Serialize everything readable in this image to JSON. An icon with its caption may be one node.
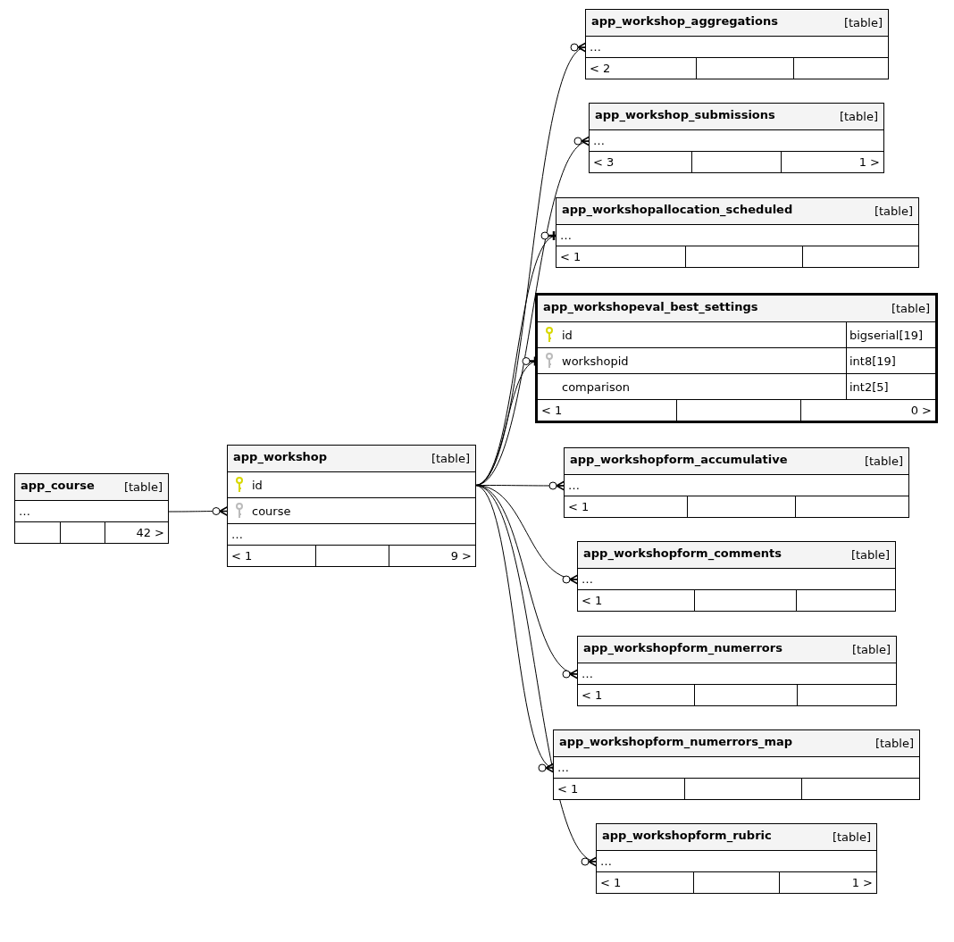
{
  "diagram": {
    "nodes": [
      {
        "text": [
          "app_course",
          "[table]"
        ]
      },
      {
        "text": [
          "…"
        ],
        "in": 0
      },
      {
        "text": [
          "app_workshop",
          "[table]"
        ]
      },
      {
        "text": [
          "id"
        ],
        "in": 2
      },
      {
        "text": [
          "course"
        ],
        "in": 2
      },
      {
        "text": [
          "…"
        ],
        "in": 2
      },
      {
        "text": [
          "app_workshop_aggregations",
          "[table]"
        ]
      },
      {
        "text": [
          "…"
        ],
        "in": 6
      },
      {
        "text": [
          "app_workshop_submissions",
          "[table]"
        ]
      },
      {
        "text": [
          "…"
        ],
        "in": 8
      },
      {
        "text": [
          "app_workshopallocation_scheduled",
          "[table]"
        ]
      },
      {
        "text": [
          "…"
        ],
        "in": 10
      },
      {
        "text": [
          "app_workshopeval_best_settings",
          "[table]"
        ]
      },
      {
        "text": [
          "id",
          "bigserial[19]"
        ],
        "in": 12
      },
      {
        "text": [
          "workshopid",
          "int8[19]"
        ],
        "in": 12
      },
      {
        "text": [
          "comparison",
          "int2[5]"
        ],
        "in": 12
      },
      {
        "text": [
          "app_workshopform_accumulative",
          "[table]"
        ]
      },
      {
        "text": [
          "…"
        ],
        "in": 16
      },
      {
        "text": [
          "app_workshopform_comments",
          "[table]"
        ]
      },
      {
        "text": [
          "…"
        ],
        "in": 18
      },
      {
        "text": [
          "app_workshopform_numerrors",
          "[table]"
        ]
      },
      {
        "text": [
          "…"
        ],
        "in": 20
      },
      {
        "text": [
          "app_workshopform_numerrors_map",
          "[table]"
        ]
      },
      {
        "text": [
          "…"
        ],
        "in": 22
      },
      {
        "text": [
          "app_workshopform_rubric",
          "[table]"
        ]
      },
      {
        "text": [
          "…"
        ],
        "in": 24
      }
    ],
    "edges": [
      {
        "from": 1,
        "to": 4,
        "arrow": "other"
      },
      {
        "from": 3,
        "to": 7,
        "arrow": "other"
      },
      {
        "from": 3,
        "to": 9,
        "arrow": "other"
      },
      {
        "from": 3,
        "to": 11,
        "arrow": "other"
      },
      {
        "from": 3,
        "to": 14,
        "arrow": "other"
      },
      {
        "from": 3,
        "to": 17,
        "arrow": "other"
      },
      {
        "from": 3,
        "to": 19,
        "arrow": "other"
      },
      {
        "from": 3,
        "to": 21,
        "arrow": "other"
      },
      {
        "from": 3,
        "to": 23,
        "arrow": "other"
      },
      {
        "from": 3,
        "to": 25,
        "arrow": "other"
      }
    ],
    "labels": [
      "42 >",
      "< 1",
      "9 >",
      "< 2",
      "< 3",
      "1 >",
      "< 1",
      "< 1",
      "0 >",
      "< 1",
      "< 1",
      "< 1",
      "< 1",
      "< 1",
      "1 >"
    ]
  }
}
